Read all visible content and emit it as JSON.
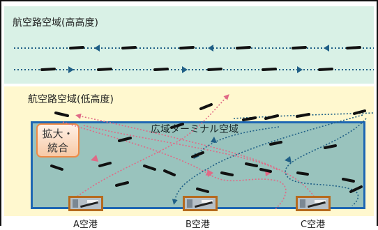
{
  "airspace_high": {
    "label": "航空路空域(高高度)"
  },
  "airspace_low": {
    "label": "航空路空域(低高度)"
  },
  "terminal": {
    "label": "広域ターミナル空域"
  },
  "expand_box": {
    "line1": "拡大・",
    "line2": "統合"
  },
  "airports": [
    {
      "name": "A空港"
    },
    {
      "name": "B空港"
    },
    {
      "name": "C空港"
    }
  ],
  "colors": {
    "high_zone": "#d9f1e6",
    "low_zone": "#fff8cf",
    "terminal_fill": "#99c3bd",
    "terminal_border": "#1e67b3",
    "route_blue": "#1f5f86",
    "route_pink": "#e06a86",
    "airport_border": "#b66a1e",
    "expand_border": "#ee8a45"
  },
  "icons": [
    "aircraft-icon",
    "direction-arrow-icon",
    "airport-icon"
  ]
}
